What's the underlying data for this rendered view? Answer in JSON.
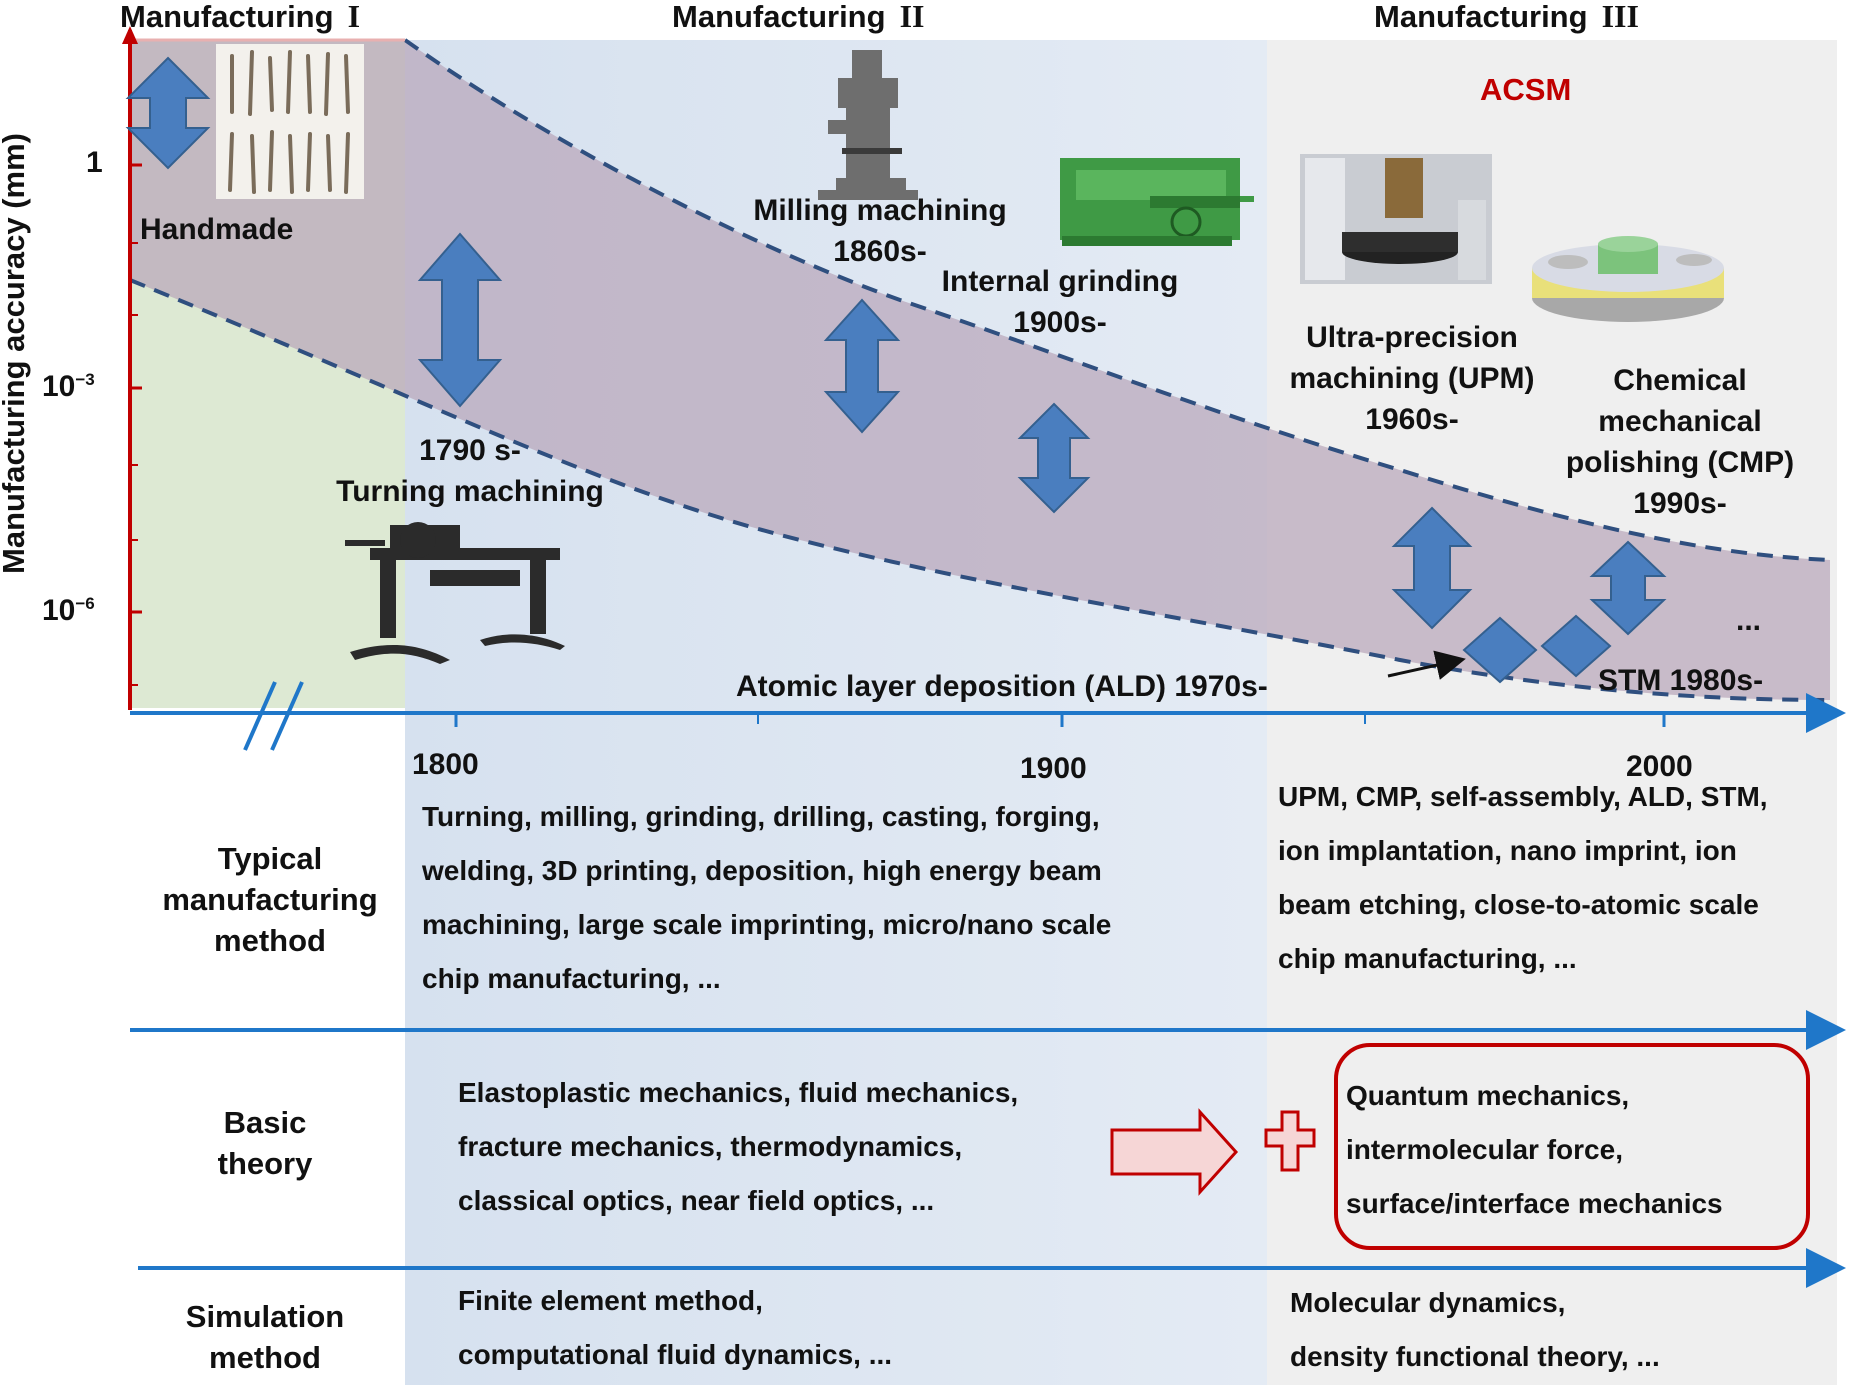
{
  "eras": [
    {
      "title": "Manufacturing",
      "numeral": "I"
    },
    {
      "title": "Manufacturing",
      "numeral": "II"
    },
    {
      "title": "Manufacturing",
      "numeral": "III"
    }
  ],
  "acsm_label": "ACSM",
  "y_axis": {
    "label": "Manufacturing accuracy (mm)",
    "ticks": [
      {
        "base": "1",
        "exp": ""
      },
      {
        "base": "10",
        "exp": "−3"
      },
      {
        "base": "10",
        "exp": "−6"
      }
    ]
  },
  "x_axis": {
    "ticks": [
      "1800",
      "1900",
      "2000"
    ]
  },
  "milestones": {
    "handmade": "Handmade",
    "turning": [
      "1790 s-",
      "Turning machining"
    ],
    "milling": [
      "Milling machining",
      "1860s-"
    ],
    "grinding": [
      "Internal grinding",
      "1900s-"
    ],
    "upm": [
      "Ultra-precision",
      "machining (UPM)",
      "1960s-"
    ],
    "cmp": [
      "Chemical",
      "mechanical",
      "polishing (CMP)",
      "1990s-"
    ],
    "ald": "Atomic layer deposition (ALD) 1970s-",
    "stm": "STM 1980s-",
    "more": "..."
  },
  "rows": {
    "methods": {
      "head": [
        "Typical",
        "manufacturing",
        "method"
      ],
      "left": [
        "Turning, milling, grinding, drilling, casting, forging,",
        "welding, 3D printing, deposition, high energy beam",
        "machining, large scale imprinting, micro/nano scale",
        "chip manufacturing, ..."
      ],
      "right": [
        "UPM, CMP, self-assembly, ALD, STM,",
        "ion implantation, nano imprint, ion",
        "beam etching, close-to-atomic scale",
        "chip manufacturing, ..."
      ]
    },
    "theory": {
      "head": [
        "Basic",
        "theory"
      ],
      "left": [
        "Elastoplastic mechanics, fluid mechanics,",
        "fracture mechanics, thermodynamics,",
        "classical optics, near field optics, ..."
      ],
      "right": [
        "Quantum mechanics,",
        "intermolecular force,",
        "surface/interface mechanics"
      ]
    },
    "simulation": {
      "head": [
        "Simulation",
        "method"
      ],
      "left": [
        "Finite element method,",
        "computational fluid dynamics, ..."
      ],
      "right": [
        "Molecular dynamics,",
        "density functional theory, ..."
      ]
    }
  },
  "colors": {
    "era1_bg": "#dde9d3",
    "era2_bg": "#dbe5f1",
    "era3_bg": "#eeeeee",
    "band": "#c8b8c8",
    "axis_blue": "#1f77c9",
    "y_axis_red": "#c00000",
    "arrow_blue": "#4a7ebf",
    "acsm_red": "#c00000"
  }
}
